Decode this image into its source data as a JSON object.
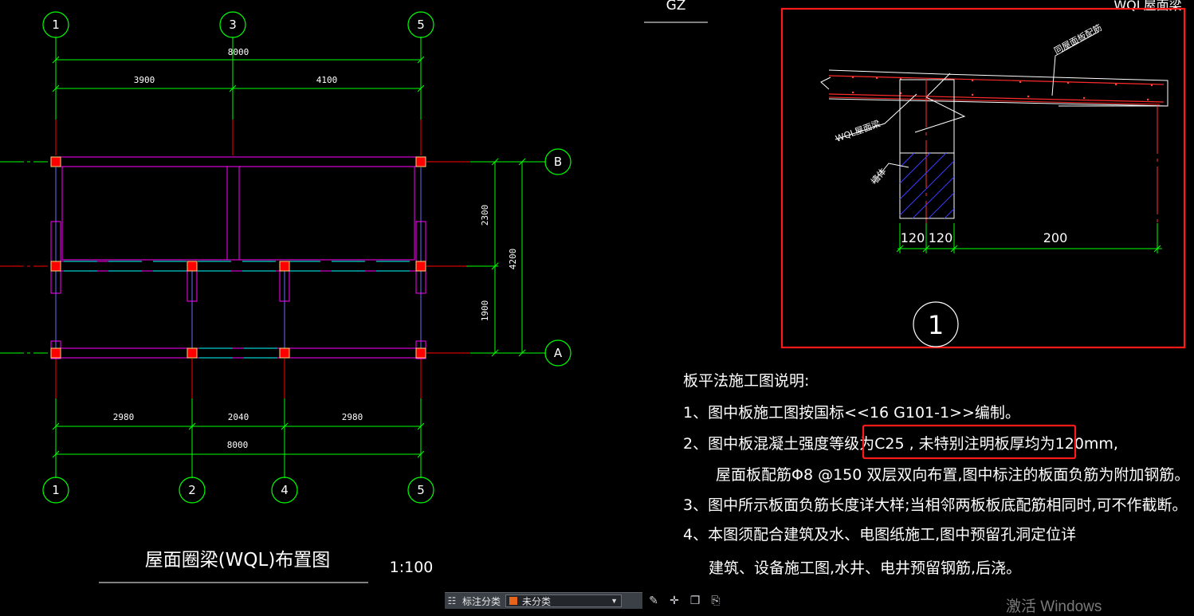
{
  "plan": {
    "title": "屋面圈梁(WQL)布置图",
    "scale": "1:100",
    "top_axes": [
      "1",
      "3",
      "5"
    ],
    "bottom_axes": [
      "1",
      "2",
      "4",
      "5"
    ],
    "row_axes": [
      "B",
      "A"
    ],
    "dim_top_total": "8000",
    "dim_top_segments": [
      "3900",
      "4100"
    ],
    "dim_bottom_segments": [
      "2980",
      "2040",
      "2980"
    ],
    "dim_bottom_total": "8000",
    "dim_right_segments": [
      "2300",
      "1900"
    ],
    "dim_right_total": "4200"
  },
  "header_fragments": {
    "gz": "GZ",
    "wql_title": "WQL屋面梁"
  },
  "detail": {
    "slab_label": "同屋面板配筋",
    "beam_label": "WQL屋面梁",
    "wall_label": "墙体",
    "dims": [
      "120",
      "120",
      "200"
    ],
    "detail_number": "1"
  },
  "notes": {
    "heading": "板平法施工图说明:",
    "lines": [
      "1、图中板施工图按国标<<16 G101-1>>编制。",
      "2、图中板混凝土强度等级为C25 , 未特别注明板厚均为120mm,",
      "屋面板配筋Φ8 @150 双层双向布置,图中标注的板面负筋为附加钢筋。",
      "3、图中所示板面负筋长度详大样;当相邻两板板底配筋相同时,可不作截断。",
      "4、本图须配合建筑及水、电图纸施工,图中预留孔洞定位详",
      "建筑、设备施工图,水井、电井预留钢筋,后浇。"
    ]
  },
  "toolbar": {
    "label": "标注分类",
    "selected": "未分类",
    "icons": [
      "properties-grid-icon",
      "edit-annotation-icon",
      "move-icon",
      "copy-icon",
      "paste-icon"
    ]
  },
  "watermark": "激活 Windows",
  "colors": {
    "axis_green": "#00ff00",
    "wall_magenta": "#ff00ff",
    "column_orange": "#e8641a",
    "grid_red": "#ff0000",
    "dim_cyan": "#00ffff",
    "highlight_red": "#ff1a1a"
  }
}
